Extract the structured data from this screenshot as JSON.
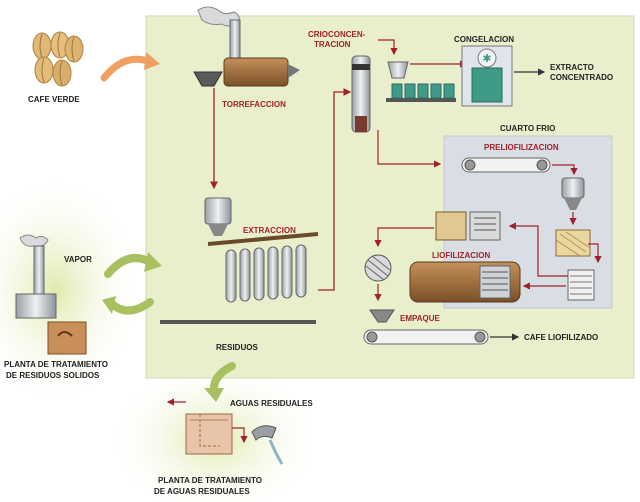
{
  "colors": {
    "panel": "#e9efcd",
    "cold_room": "#d9dde4",
    "process_red": "#a0222c",
    "label_dark": "#222222",
    "arrow_orange": "#f0a060",
    "arrow_green": "#a8c060",
    "machine_tan": "#9c6a3c",
    "tank_teal": "#3f9a88",
    "steel": "#c9ccd0"
  },
  "labels": {
    "cafe_verde": "CAFE VERDE",
    "torrefaccion": "TORREFACCION",
    "crioconcentracion": [
      "CRIOCONCEN-",
      "TRACION"
    ],
    "congelacion": "CONGELACION",
    "extracto_concentrado": [
      "EXTRACTO",
      "CONCENTRADO"
    ],
    "cuarto_frio": "CUARTO FRIO",
    "preliofilizacion": "PRELIOFILIZACION",
    "extraccion": "EXTRACCION",
    "liofilizacion": "LIOFILIZACION",
    "vapor": "VAPOR",
    "empaque": "EMPAQUE",
    "cafe_liofilizado": "CAFE LIOFILIZADO",
    "residuos": "RESIDUOS",
    "planta_solidos": [
      "PLANTA DE TRATAMIENTO",
      "DE RESIDUOS SOLIDOS"
    ],
    "aguas_residuales": "AGUAS RESIDUALES",
    "planta_aguas": [
      "PLANTA DE TRATAMIENTO",
      "DE AGUAS RESIDUALES"
    ]
  },
  "icons": {
    "beans": "coffee-beans-icon",
    "roaster": "roaster-machine-icon",
    "cryo": "cryoconcentration-column-icon",
    "freezer": "freezing-tank-icon",
    "extractors": "extraction-columns-icon",
    "freeze_dryer": "freeze-dryer-icon",
    "boiler": "boiler-chimney-icon",
    "water_plant": "water-treatment-plant-icon"
  }
}
